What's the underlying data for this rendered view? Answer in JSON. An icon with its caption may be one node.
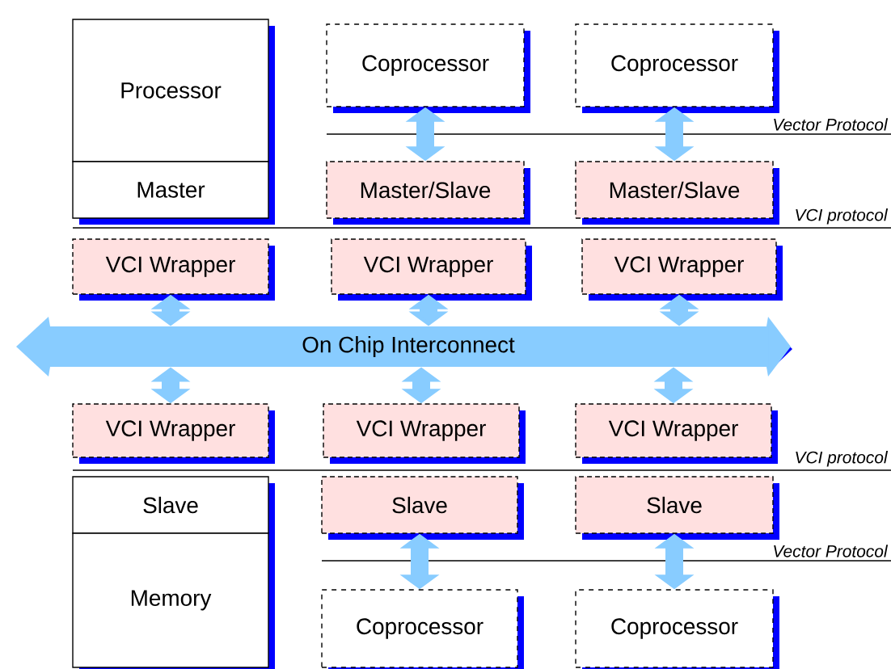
{
  "diagram": {
    "nodes": [
      {
        "text": [
          "Processor"
        ]
      },
      {
        "text": [
          "Master"
        ]
      },
      {
        "text": [
          "Coprocessor"
        ]
      },
      {
        "text": [
          "Coprocessor"
        ]
      },
      {
        "text": [
          "Master/Slave"
        ]
      },
      {
        "text": [
          "Master/Slave"
        ]
      },
      {
        "text": [
          "VCI Wrapper"
        ]
      },
      {
        "text": [
          "VCI Wrapper"
        ]
      },
      {
        "text": [
          "VCI Wrapper"
        ]
      },
      {
        "text": [
          "On Chip Interconnect"
        ]
      },
      {
        "text": [
          "VCI Wrapper"
        ]
      },
      {
        "text": [
          "VCI Wrapper"
        ]
      },
      {
        "text": [
          "VCI Wrapper"
        ]
      },
      {
        "text": [
          "Slave"
        ]
      },
      {
        "text": [
          "Memory"
        ]
      },
      {
        "text": [
          "Slave"
        ]
      },
      {
        "text": [
          "Slave"
        ]
      },
      {
        "text": [
          "Coprocessor"
        ]
      },
      {
        "text": [
          "Coprocessor"
        ]
      }
    ],
    "edges": [
      {
        "from": 2,
        "to": 4,
        "arrow": "both"
      },
      {
        "from": 3,
        "to": 5,
        "arrow": "both"
      },
      {
        "from": 6,
        "to": 9,
        "arrow": "both"
      },
      {
        "from": 7,
        "to": 9,
        "arrow": "both"
      },
      {
        "from": 8,
        "to": 9,
        "arrow": "both"
      },
      {
        "from": 9,
        "to": 10,
        "arrow": "both"
      },
      {
        "from": 9,
        "to": 11,
        "arrow": "both"
      },
      {
        "from": 9,
        "to": 12,
        "arrow": "both"
      },
      {
        "from": 15,
        "to": 17,
        "arrow": "both"
      },
      {
        "from": 16,
        "to": 18,
        "arrow": "both"
      }
    ],
    "labels": [
      "Vector Protocol",
      "VCI protocol",
      "VCI protocol",
      "Vector Protocol"
    ]
  }
}
